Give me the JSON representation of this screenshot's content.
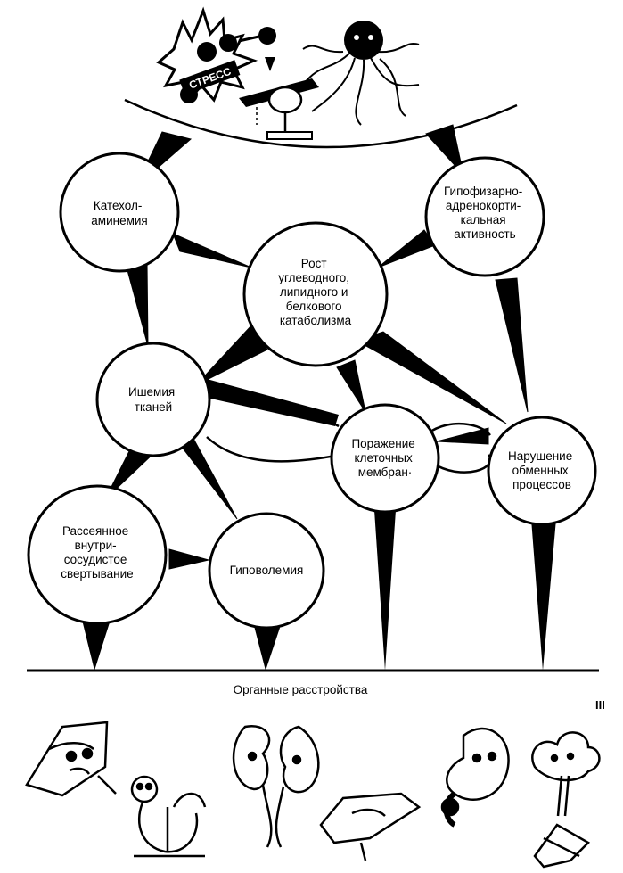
{
  "stress_label": "СТРЕСС",
  "nodes": [
    {
      "id": "catecholaminemia",
      "lines": [
        "Катехол-",
        "аминемия"
      ]
    },
    {
      "id": "pituitary",
      "lines": [
        "Гипофизарно-",
        "адренокорти-",
        "кальная",
        "активность"
      ]
    },
    {
      "id": "catabolism",
      "lines": [
        "Рост",
        "углеводного,",
        "липидного и",
        "белкового",
        "катаболизма"
      ]
    },
    {
      "id": "ischemia",
      "lines": [
        "Ишемия",
        "тканей"
      ]
    },
    {
      "id": "membranes",
      "lines": [
        "Поражение",
        "клеточных",
        "мембран·"
      ]
    },
    {
      "id": "metabolism",
      "lines": [
        "Нарушение",
        "обменных",
        "процессов"
      ]
    },
    {
      "id": "dic",
      "lines": [
        "Рассеянное",
        "внутри-",
        "сосудистое",
        "свертывание"
      ]
    },
    {
      "id": "hypovolemia",
      "lines": [
        "Гиповолемия"
      ]
    }
  ],
  "footer_label": "Органные расстройства",
  "page_mark": "III"
}
